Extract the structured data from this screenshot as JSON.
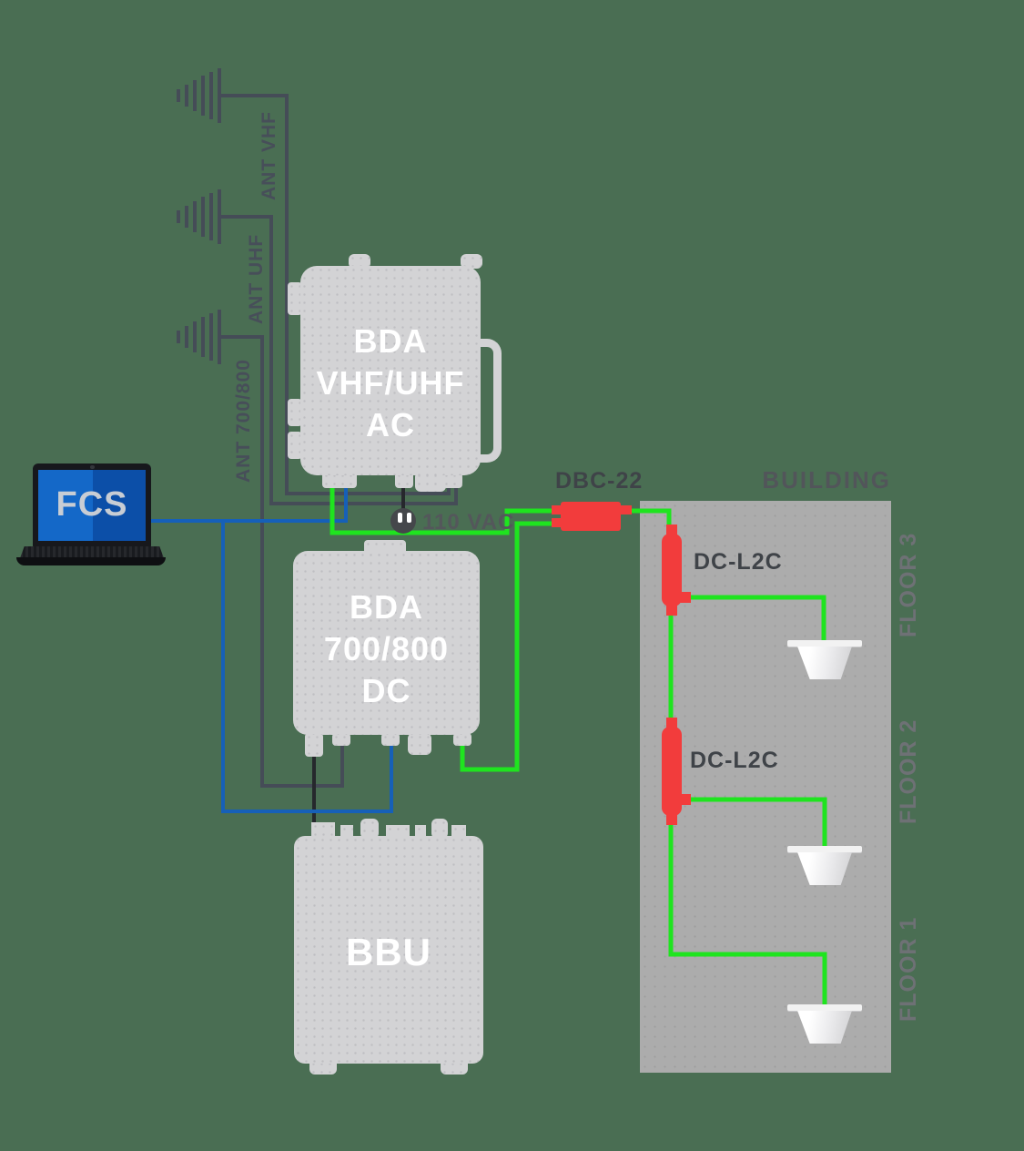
{
  "diagram": {
    "donor_antennas": {
      "vhf_label": "ANT VHF",
      "uhf_label": "ANT UHF",
      "b700_label": "ANT 700/800"
    },
    "devices": {
      "bda_ac": {
        "line1": "BDA",
        "line2": "VHF/UHF",
        "line3": "AC"
      },
      "bda_dc": {
        "line1": "BDA",
        "line2": "700/800",
        "line3": "DC"
      },
      "bbu": {
        "label": "BBU"
      },
      "fcs_laptop": {
        "label": "FCS"
      },
      "power": {
        "label": "110 VAC",
        "icon": "two-prong-plug"
      },
      "dbc_splitter": {
        "label": "DBC-22"
      },
      "coupler_floor3": {
        "label": "DC-L2C"
      },
      "coupler_floor2": {
        "label": "DC-L2C"
      }
    },
    "building": {
      "label": "BUILDING",
      "floors": [
        {
          "label": "FLOOR 3"
        },
        {
          "label": "FLOOR 2"
        },
        {
          "label": "FLOOR 1"
        }
      ]
    },
    "colors": {
      "background": "#4A6E53",
      "rf_cable": "#454C57",
      "control_cable": "#1660B8",
      "power_cable": "#26282C",
      "distribution_cable": "#1FE41F",
      "red_component": "#F23C3C",
      "device_gray": "#D3D3D5",
      "building_gray": "#ACACAC"
    }
  }
}
